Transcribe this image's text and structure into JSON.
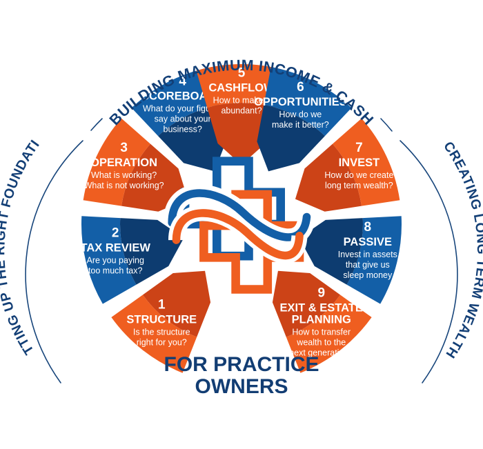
{
  "graphic": {
    "kind": "circular-wheel-infographic",
    "center_logo_name": "medical-cross-swoosh-logo",
    "center_caption_line1": "FOR PRACTICE",
    "center_caption_line2": "OWNERS"
  },
  "colors": {
    "orange": "#EF5E20",
    "orange_dark": "#CC4317",
    "blue": "#135FA7",
    "blue_dark": "#0D3C70",
    "navy_text": "#133F76",
    "white": "#FFFFFF",
    "background": "#FFFFFF"
  },
  "arc_labels": [
    {
      "id": "arc-top",
      "text": "BUILDING MAXIMUM INCOME & CASH"
    },
    {
      "id": "arc-left",
      "text": "SETTING UP THE RIGHT FOUNDATION"
    },
    {
      "id": "arc-right",
      "text": "CREATING LONG TERM WEALTH"
    }
  ],
  "segments": [
    {
      "number": "1",
      "title": "STRUCTURE",
      "desc_lines": [
        "Is the structure",
        "right for you?"
      ],
      "color": "orange"
    },
    {
      "number": "2",
      "title": "TAX REVIEW",
      "desc_lines": [
        "Are you paying",
        "too much tax?"
      ],
      "color": "blue"
    },
    {
      "number": "3",
      "title": "OPERATION",
      "desc_lines": [
        "What is working?",
        "What is not working?"
      ],
      "color": "orange"
    },
    {
      "number": "4",
      "title": "SCOREBOARD",
      "desc_lines": [
        "What do your figures",
        "say about your",
        "business?"
      ],
      "color": "blue"
    },
    {
      "number": "5",
      "title": "CASHFLOW",
      "desc_lines": [
        "How to make it",
        "abundant?"
      ],
      "color": "orange"
    },
    {
      "number": "6",
      "title": "OPPORTUNITIES",
      "desc_lines": [
        "How do we",
        "make it better?"
      ],
      "color": "blue"
    },
    {
      "number": "7",
      "title": "INVEST",
      "desc_lines": [
        "How do we create",
        "long term wealth?"
      ],
      "color": "orange"
    },
    {
      "number": "8",
      "title": "PASSIVE",
      "desc_lines": [
        "Invest in assets",
        "that give us",
        "sleep money"
      ],
      "color": "blue"
    },
    {
      "number": "9",
      "title": "EXIT & ESTATE PLANNING",
      "title_lines": [
        "EXIT & ESTATE",
        "PLANNING"
      ],
      "desc_lines": [
        "How to transfer",
        "wealth to the",
        "next generation?"
      ],
      "color": "orange"
    }
  ]
}
